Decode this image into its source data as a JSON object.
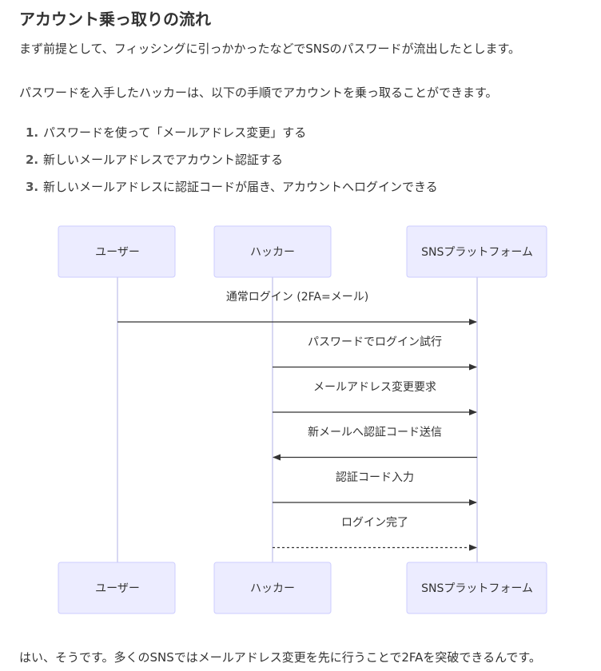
{
  "article": {
    "heading": "アカウント乗っ取りの流れ",
    "intro": "まず前提として、フィッシングに引っかかったなどでSNSのパスワードが流出したとします。",
    "lead": "パスワードを入手したハッカーは、以下の手順でアカウントを乗っ取ることができます。",
    "steps": [
      {
        "num": "1.",
        "text": "パスワードを使って「メールアドレス変更」する"
      },
      {
        "num": "2.",
        "text": "新しいメールアドレスでアカウント認証する"
      },
      {
        "num": "3.",
        "text": "新しいメールアドレスに認証コードが届き、アカウントへログインできる"
      }
    ],
    "footer": "はい、そうです。多くのSNSではメールアドレス変更を先に行うことで2FAを突破できるんです。"
  },
  "diagram": {
    "participants": [
      "ユーザー",
      "ハッカー",
      "SNSプラットフォーム"
    ],
    "messages": [
      {
        "from": 0,
        "to": 2,
        "text": "通常ログイン (2FA=メール)",
        "style": "solid"
      },
      {
        "from": 1,
        "to": 2,
        "text": "パスワードでログイン試行",
        "style": "solid"
      },
      {
        "from": 1,
        "to": 2,
        "text": "メールアドレス変更要求",
        "style": "solid"
      },
      {
        "from": 2,
        "to": 1,
        "text": "新メールへ認証コード送信",
        "style": "solid"
      },
      {
        "from": 1,
        "to": 2,
        "text": "認証コード入力",
        "style": "solid"
      },
      {
        "from": 1,
        "to": 2,
        "text": "ログイン完了",
        "style": "dotted"
      }
    ],
    "colors": {
      "actor_fill": "#ececff",
      "actor_stroke": "#ccccff",
      "lifeline": "#ccccee",
      "arrow": "#333333"
    }
  }
}
